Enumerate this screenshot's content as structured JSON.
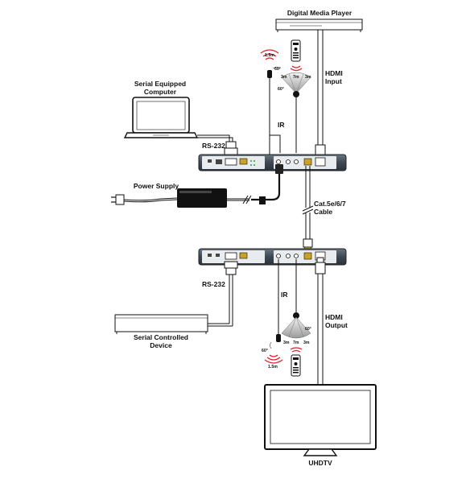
{
  "labels": {
    "digital_media_player": "Digital Media Player",
    "hdmi_input_1": "HDMI",
    "hdmi_input_2": "Input",
    "serial_computer_1": "Serial Equipped",
    "serial_computer_2": "Computer",
    "rs232_top": "RS-232",
    "ir_top": "IR",
    "power_supply": "Power Supply",
    "cat_cable_1": "Cat.5e/6/7",
    "cat_cable_2": "Cable",
    "rs232_bottom": "RS-232",
    "ir_bottom": "IR",
    "hdmi_output_1": "HDMI",
    "hdmi_output_2": "Output",
    "serial_device_1": "Serial Controlled",
    "serial_device_2": "Device",
    "uhdtv": "UHDTV"
  },
  "ir_ranges": {
    "receiver_top": "1.5m",
    "receiver_angle_top": "60°",
    "emitter_top_left": "3m",
    "emitter_top_center": "7m",
    "emitter_top_right": "3m",
    "emitter_angle_top": "60°",
    "emitter_bottom_left": "3m",
    "emitter_bottom_center": "7m",
    "emitter_bottom_right": "3m",
    "emitter_angle_bottom": "60°",
    "receiver_angle_bottom": "60°",
    "receiver_bottom": "1.5m"
  },
  "colors": {
    "device_body": "#4a5560",
    "cable": "#111111",
    "ir_signal": "#d9262c"
  }
}
